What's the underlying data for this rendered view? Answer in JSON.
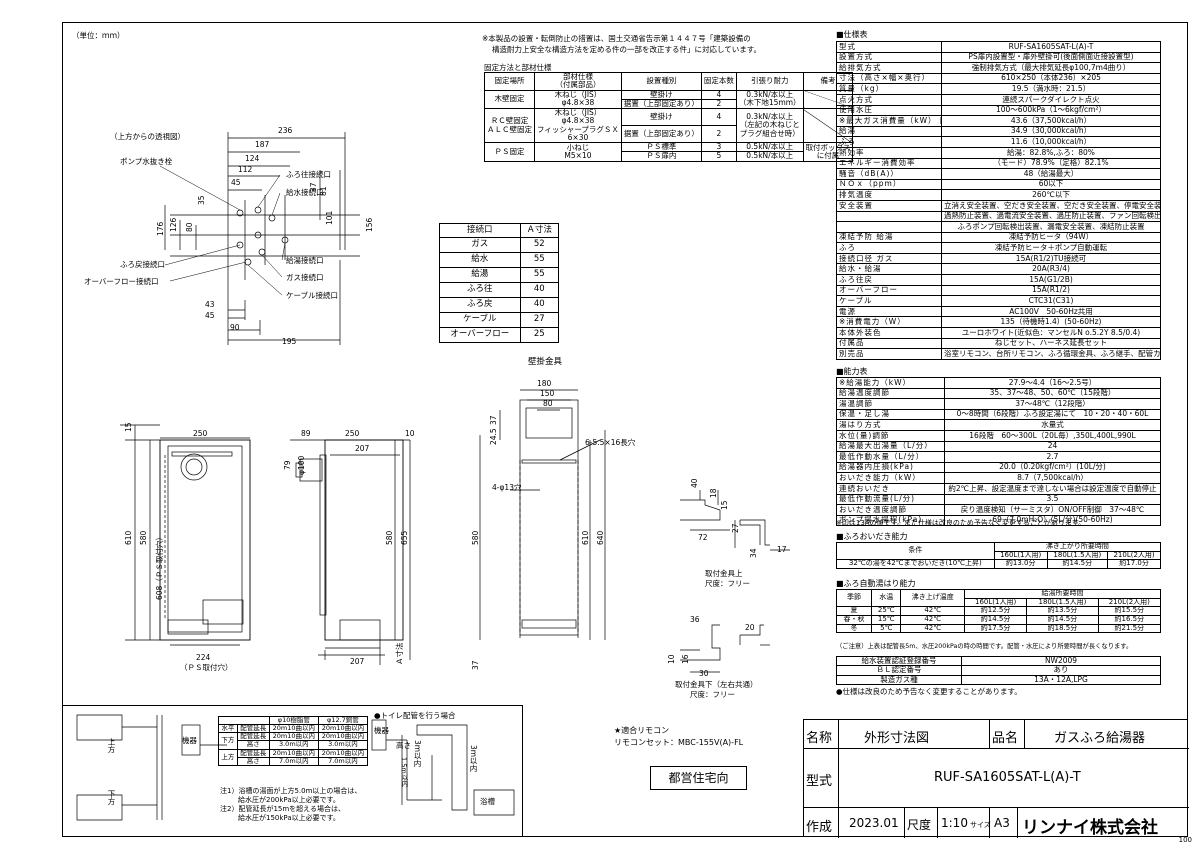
{
  "unit_label": "（単位：ｍｍ）",
  "page_number": "100",
  "install_note": {
    "line1": "※本製品の設置・転倒防止の措置は、国土交通省告示第１４４７号「建築設備の",
    "line2": "構造耐力上安全な構造方法を定める件の一部を改正する件」に対応しています。"
  },
  "fix_table": {
    "title": "固定方法と部材仕様",
    "headers": [
      "固定場所",
      "部材仕様\n（付属部品）",
      "設置種別",
      "固定本数",
      "引張り耐力",
      "備考"
    ],
    "rows": [
      [
        "木壁固定",
        "木ねじ（JIS）\nφ4.8×38",
        "壁掛け",
        "4",
        "0.3kN/本以上\n（木下地15mm）",
        ""
      ],
      [
        "",
        "",
        "据置（上部固定あり）",
        "2",
        "",
        ""
      ],
      [
        "ＲＣ壁固定\nＡＬＣ壁固定",
        "木ねじ（JIS）\nφ4.8×38\nフィッシャープラグＳＸ\n6×30",
        "壁掛け",
        "4",
        "0.3kN/本以上\n（左記の木ねじと\nプラグ組合せ時）",
        ""
      ],
      [
        "",
        "",
        "据置（上部固定あり）",
        "2",
        "",
        ""
      ],
      [
        "ＰＳ固定",
        "小ねじ\nM5×10",
        "ＰＳ標準",
        "3",
        "0.5kN/本以上",
        "取付ボックス\nに付属"
      ],
      [
        "",
        "",
        "ＰＳ扉内",
        "5",
        "0.5kN/本以上",
        ""
      ]
    ]
  },
  "a_dim_table": {
    "headers": [
      "接続口",
      "Ａ寸法"
    ],
    "rows": [
      [
        "ガス",
        "52"
      ],
      [
        "給水",
        "55"
      ],
      [
        "給湯",
        "55"
      ],
      [
        "ふろ往",
        "40"
      ],
      [
        "ふろ戻",
        "40"
      ],
      [
        "ケーブル",
        "27"
      ],
      [
        "オーバーフロー",
        "25"
      ]
    ]
  },
  "top_view": {
    "title": "（上方からの透視図）",
    "labels": [
      "ポンプ水抜き栓",
      "ふろ往接続口",
      "給水接続口",
      "ふろ戻接続口",
      "オーバーフロー接続口",
      "給湯接続口",
      "ガス接続口",
      "ケーブル接続口"
    ],
    "dims": [
      "236",
      "187",
      "124",
      "112",
      "45",
      "35",
      "81",
      "37",
      "101",
      "156",
      "176",
      "126",
      "80",
      "43",
      "45",
      "90",
      "195"
    ]
  },
  "front_view": {
    "dims": [
      "250",
      "15",
      "610",
      "580",
      "608（ＰＳ取付穴）",
      "224",
      "（ＰＳ取付穴）"
    ]
  },
  "side_view": {
    "dims": [
      "89",
      "250",
      "10",
      "207",
      "79",
      "φ100",
      "580",
      "655",
      "Ａ寸法",
      "207"
    ]
  },
  "bracket_view": {
    "title": "壁掛金具",
    "dims": [
      "180",
      "150",
      "80",
      "24.5",
      "37",
      "6-5.5×16長穴",
      "4-φ13穴",
      "580",
      "610",
      "640",
      "37"
    ]
  },
  "upper_bracket": {
    "title": "取付金具上",
    "scale": "尺度：フリー",
    "dims": [
      "40",
      "18",
      "15",
      "27",
      "72",
      "34",
      "17"
    ]
  },
  "lower_bracket": {
    "title": "取付金具下（左右共通）",
    "scale": "尺度：フリー",
    "dims": [
      "36",
      "20",
      "10",
      "16",
      "30"
    ]
  },
  "spec_table": {
    "title": "■仕様表",
    "rows": [
      [
        "型式",
        "RUF-SA1605SAT-L(A)-T"
      ],
      [
        "設置方式",
        "PS扉内設置型・扉外壁掛可(後面側面近接設置型)"
      ],
      [
        "給排気方式",
        "強制排気方式（最大排気延長φ100,7m4曲り）"
      ],
      [
        "寸法（高さ×幅×奥行）",
        "610×250（本体236）×205"
      ],
      [
        "質量（kg）",
        "19.5（満水時：21.5）"
      ],
      [
        "点火方式",
        "連続スパークダイレクト点火"
      ],
      [
        "使用水圧",
        "100～600kPa（1～6kgf/cm²）"
      ],
      [
        "※最大ガス消費量（kW） 同時",
        "43.6（37,500kcal/h）"
      ],
      [
        "給湯",
        "34.9（30,000kcal/h）"
      ],
      [
        "ふろ",
        "11.6（10,000kcal/h）"
      ],
      [
        "熱効率",
        "給湯：82.8%,ふろ：80%"
      ],
      [
        "エネルギー消費効率",
        "（モード）78.9%（定格）82.1%"
      ],
      [
        "騒音（dB(A)）",
        "48（給湯最大）"
      ],
      [
        "ＮＯｘ（ppm）",
        "60以下"
      ],
      [
        "排気温度",
        "260℃以下"
      ],
      [
        "安全装置",
        "立消え安全装置、空だき安全装置、空だき安全装置、停電安全装置"
      ],
      [
        "",
        "過熱防止装置、過電流安全装置、過圧防止装置、ファン回転検出装置"
      ],
      [
        "",
        "ふろポンプ回転検出装置、漏電安全装置、凍結防止装置"
      ],
      [
        "凍結予防 給湯",
        "凍結予防ヒータ（94W）"
      ],
      [
        "ふろ",
        "凍結予防ヒータ＋ポンプ自動運転"
      ],
      [
        "接続口径 ガス",
        "15A(R1/2)TU接続可"
      ],
      [
        "給水・給湯",
        "20A(R3/4)"
      ],
      [
        "ふろ往戻",
        "15A(G1/2B)"
      ],
      [
        "オーバーフロー",
        "15A(R1/2)"
      ],
      [
        "ケーブル",
        "CTC31(C31)"
      ],
      [
        "電源",
        "AC100V　50-60Hz共用"
      ],
      [
        "※消費電力（W）",
        "135（待機時1.4）(50-60Hz)"
      ],
      [
        "本体外装色",
        "ユーロホワイト(近似色：マンセルN o.5.2Y 8.5/0.4)"
      ],
      [
        "付属品",
        "ねじセット、ハーネス延長セット"
      ],
      [
        "別売品",
        "浴室リモコン、台所リモコン、ふろ循環金具、ふろ継手、配管カバー"
      ]
    ]
  },
  "perf_table": {
    "title": "■能力表",
    "rows": [
      [
        "※給湯能力（kW）",
        "27.9～4.4（16～2.5号）"
      ],
      [
        "給湯温度調節",
        "35、37～48、50、60℃（15段階）"
      ],
      [
        "湯温調節",
        "37～48℃（12段階）"
      ],
      [
        "保温・足し湯",
        "0～8時間（6段階）ふろ設定湯にて　10・20・40・60L"
      ],
      [
        "湯はり方式",
        "水量式"
      ],
      [
        "水位(量)調節",
        "16段階　60～300L（20L毎）,350L,400L,990L"
      ],
      [
        "給湯最大出湯量（L/分）",
        "24"
      ],
      [
        "最低作動水量（L/分）",
        "2.7"
      ],
      [
        "給湯器内圧損(kPa)",
        "20.0（0.20kgf/cm²）(10L/分)"
      ],
      [
        "おいだき能力（kW）",
        "8.7（7,500kcal/h）"
      ],
      [
        "連続おいだき",
        "約2℃上昇、設定温度まで達しない場合は設定温度で自動停止"
      ],
      [
        "最低作動流量(L/分)",
        "3.5"
      ],
      [
        "おいだき温度調節",
        "戻り温度検知（サーミスタ）ON/OFF制御　37～48℃"
      ],
      [
        "ポンプ揚水揚程(kPa)",
        "69（7.0mH₂O）(5L/分)(50-60Hz)"
      ]
    ],
    "note": "※印は13Aの値です。また仕様は改良のため予告なく変更することがあります。"
  },
  "reheat_table": {
    "title": "■ふろおいだき能力",
    "headers": [
      "条件",
      "沸き上がり所要時間"
    ],
    "sub_headers": [
      "160L(1人用)",
      "180L(1.5人用)",
      "210L(2人用)"
    ],
    "row": [
      "32℃の湯を42℃までおいだき(10℃上昇)",
      "約13.0分",
      "約14.5分",
      "約17.0分"
    ]
  },
  "auto_table": {
    "title": "■ふろ自動湯はり能力",
    "headers": [
      "季節",
      "水温",
      "沸き上げ温度",
      "給湯所要時間"
    ],
    "sub_headers": [
      "160L(1人用)",
      "180L(1.5人用)",
      "210L(2人用)"
    ],
    "rows": [
      [
        "夏",
        "25℃",
        "42℃",
        "約12.5分",
        "約13.5分",
        "約15.5分"
      ],
      [
        "春・秋",
        "15℃",
        "42℃",
        "約14.5分",
        "約14.5分",
        "約16.5分"
      ],
      [
        "冬",
        "5℃",
        "42℃",
        "約17.5分",
        "約18.5分",
        "約21.5分"
      ]
    ],
    "note": "（ご注意）上表は配管長5m、水圧200kPaの時の時間です。配管・水圧により所要時間が長くなります。"
  },
  "cert_table": {
    "rows": [
      [
        "給水装置認証登録番号",
        "NW2009"
      ],
      [
        "ＢＬ認定番号",
        "あり"
      ],
      [
        "製造ガス種",
        "13A・12A,LPG"
      ]
    ],
    "note": "●仕様は改良のため予告なく変更することがあります。"
  },
  "pipe_table": {
    "headers": [
      "",
      "φ10樹脂管",
      "φ12.7銅管"
    ],
    "rows": [
      [
        "水平",
        "配管延長",
        "20m10曲以内",
        "20m10曲以内"
      ],
      [
        "下方",
        "配管延長",
        "20m10曲以内",
        "20m10曲以内"
      ],
      [
        "",
        "高さ",
        "3.0m以内",
        "3.0m以内"
      ],
      [
        "上方",
        "配管延長",
        "20m10曲以内",
        "20m10曲以内"
      ],
      [
        "",
        "高さ",
        "7.0m以内",
        "7.0m以内"
      ]
    ],
    "notes": [
      "注1）浴槽の湯面が上方5.0m以上の場合は、",
      "給水圧が200kPa以上必要です。",
      "注2）配管延長が15mを超える場合は、",
      "給水圧が150kPa以上必要です。"
    ]
  },
  "toilet_note": "●トイレ配管を行う場合",
  "toilet_labels": {
    "device": "機器",
    "up": "上方",
    "down": "下方",
    "high": "高さ",
    "h3m": "3m以内",
    "h15": "1.5m以内",
    "h3m2": "3m以内",
    "bath": "浴槽"
  },
  "remote": {
    "line1": "★適合リモコン",
    "line2": "リモコンセット：MBC-155V(A)-FL"
  },
  "stamp": "都営住宅向",
  "title_block": {
    "name_label": "名称",
    "name_value": "外形寸法図",
    "product_label": "品名",
    "product_value": "ガスふろ給湯器",
    "model_label": "型式",
    "model_value": "RUF-SA1605SAT-L(A)-T",
    "made_label": "作成",
    "made_value": "2023.01",
    "scale_label": "尺度",
    "scale_value": "1:10",
    "size_label": "サイズ",
    "size_value": "A3",
    "company": "リンナイ株式会社"
  }
}
